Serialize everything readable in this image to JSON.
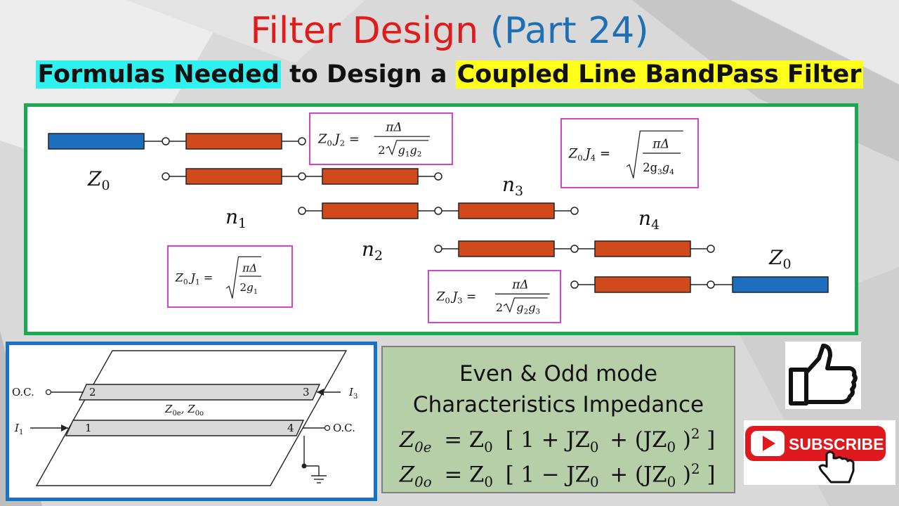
{
  "header": {
    "title_main": "Filter Design",
    "title_part": "(Part 24)",
    "subtitle_a": "Formulas Needed",
    "subtitle_b": " to Design a ",
    "subtitle_c": "Coupled Line BandPass Filter"
  },
  "filter": {
    "z0_left": "Z",
    "z0_right": "Z",
    "sub0": "0",
    "n_labels": [
      "n",
      "n",
      "n",
      "n"
    ],
    "n_subs": [
      "1",
      "2",
      "3",
      "4"
    ],
    "formulas": {
      "j1": {
        "lhs": "Z",
        "sub0": "0",
        "j": "J",
        "jsub": "1",
        "num": "πΔ",
        "den": "2g",
        "densub": "1"
      },
      "j2": {
        "lhs": "Z",
        "sub0": "0",
        "j": "J",
        "jsub": "2",
        "num": "πΔ",
        "den": "2",
        "g_a": "g",
        "g_a_sub": "1",
        "g_b": "g",
        "g_b_sub": "2"
      },
      "j3": {
        "lhs": "Z",
        "sub0": "0",
        "j": "J",
        "jsub": "3",
        "num": "πΔ",
        "den": "2",
        "g_a": "g",
        "g_a_sub": "2",
        "g_b": "g",
        "g_b_sub": "3"
      },
      "j4": {
        "lhs": "Z",
        "sub0": "0",
        "j": "J",
        "jsub": "4",
        "num": "πΔ",
        "den": "2g",
        "densub": "3",
        "g_b": "g",
        "g_b_sub": "4"
      }
    },
    "colors": {
      "port": "#1e6ec0",
      "resonator": "#d04a1c",
      "formula_border": "#d245c8",
      "panel_border": "#1aa850"
    }
  },
  "coupler": {
    "oc_left": "O.C.",
    "oc_right": "O.C.",
    "port_labels": [
      "1",
      "2",
      "3",
      "4"
    ],
    "i1": "I",
    "i1_sub": "1",
    "i3": "I",
    "i3_sub": "3",
    "z_label": "Z",
    "z_label_sub_e": "0e",
    "z_label_sep": ", Z",
    "z_label_sub_o": "0o"
  },
  "mode_box": {
    "line1": "Even & Odd mode",
    "line2": "Characteristics Impedance",
    "eq_even": {
      "lhs": "Z",
      "sub": "0e",
      "rhs": "= Z",
      "rsub": "0",
      "bracket": "[ 1 + JZ",
      "bsub": "0",
      "tail": "+ (JZ",
      "tsub": "0",
      "close": ")",
      "pow": "2",
      "end": "]"
    },
    "eq_odd": {
      "lhs": "Z",
      "sub": "0o",
      "rhs": "= Z",
      "rsub": "0",
      "bracket": "[ 1 − JZ",
      "bsub": "0",
      "tail": "+ (JZ",
      "tsub": "0",
      "close": ")",
      "pow": "2",
      "end": "]"
    }
  },
  "badges": {
    "subscribe": "SUBSCRIBE",
    "thumbs_icon": "thumbs-up-icon",
    "play_icon": "play-icon",
    "hand_icon": "pointer-hand-icon"
  }
}
